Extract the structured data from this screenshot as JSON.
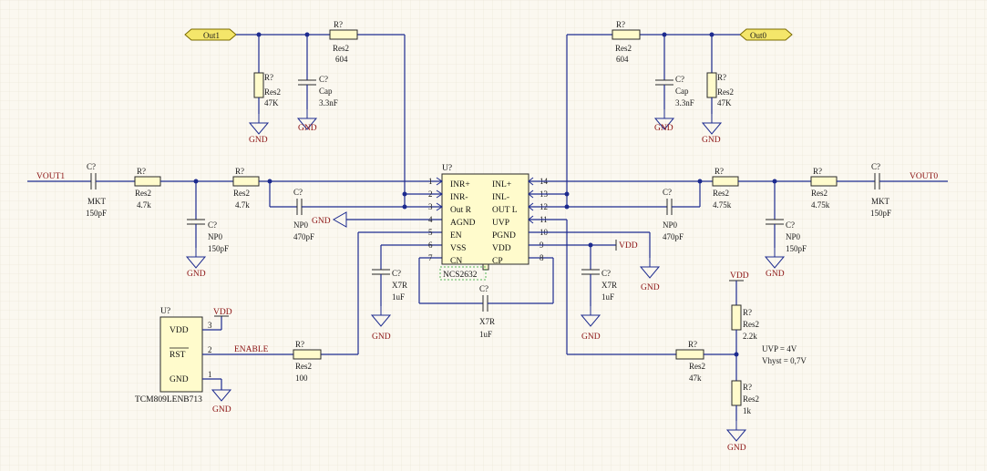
{
  "nets": {
    "out1": "Out1",
    "out0": "Out0",
    "vout1": "VOUT1",
    "vout0": "VOUT0",
    "enable": "ENABLE",
    "gnd": "GND",
    "vdd": "VDD"
  },
  "u_main": {
    "ref": "U?",
    "name": "NCS2632",
    "left_pins": [
      {
        "num": "1",
        "name": "INR+"
      },
      {
        "num": "2",
        "name": "INR-"
      },
      {
        "num": "3",
        "name": "Out R"
      },
      {
        "num": "4",
        "name": "AGND"
      },
      {
        "num": "5",
        "name": "EN"
      },
      {
        "num": "6",
        "name": "VSS"
      },
      {
        "num": "7",
        "name": "CN"
      }
    ],
    "right_pins": [
      {
        "num": "14",
        "name": "INL+"
      },
      {
        "num": "13",
        "name": "INL-"
      },
      {
        "num": "12",
        "name": "OUT L"
      },
      {
        "num": "11",
        "name": "UVP"
      },
      {
        "num": "10",
        "name": "PGND"
      },
      {
        "num": "9",
        "name": "VDD"
      },
      {
        "num": "8",
        "name": "CP"
      }
    ]
  },
  "u_supervisor": {
    "ref": "U?",
    "name": "TCM809LENB713",
    "pins": [
      {
        "num": "3",
        "name": "VDD"
      },
      {
        "num": "2",
        "name": "RST"
      },
      {
        "num": "1",
        "name": "GND"
      }
    ]
  },
  "parts": {
    "r_fb1": {
      "ref": "R?",
      "type": "Res2",
      "value": "604"
    },
    "r_fb1_sh": {
      "ref": "R?",
      "type": "Res2",
      "value": "47K"
    },
    "c_fb1": {
      "ref": "C?",
      "type": "Cap",
      "value": "3.3nF"
    },
    "r_fb0": {
      "ref": "R?",
      "type": "Res2",
      "value": "604"
    },
    "c_fb0": {
      "ref": "C?",
      "type": "Cap",
      "value": "3.3nF"
    },
    "r_fb0_sh": {
      "ref": "R?",
      "type": "Res2",
      "value": "47K"
    },
    "c_in1": {
      "ref": "C?",
      "type": "MKT",
      "value": "150pF"
    },
    "r_in1a": {
      "ref": "R?",
      "type": "Res2",
      "value": "4.7k"
    },
    "r_in1b": {
      "ref": "R?",
      "type": "Res2",
      "value": "4.7k"
    },
    "c_sh1": {
      "ref": "C?",
      "type": "NP0",
      "value": "150pF"
    },
    "c_r1": {
      "ref": "C?",
      "type": "NP0",
      "value": "470pF"
    },
    "c_vss": {
      "ref": "C?",
      "type": "X7R",
      "value": "1uF"
    },
    "c_fly": {
      "ref": "C?",
      "type": "X7R",
      "value": "1uF"
    },
    "c_vdd": {
      "ref": "C?",
      "type": "X7R",
      "value": "1uF"
    },
    "c_l0": {
      "ref": "C?",
      "type": "NP0",
      "value": "470pF"
    },
    "r_in0a": {
      "ref": "R?",
      "type": "Res2",
      "value": "4.75k"
    },
    "c_sh0": {
      "ref": "C?",
      "type": "NP0",
      "value": "150pF"
    },
    "r_in0b": {
      "ref": "R?",
      "type": "Res2",
      "value": "4.75k"
    },
    "c_in0": {
      "ref": "C?",
      "type": "MKT",
      "value": "150pF"
    },
    "r_en": {
      "ref": "R?",
      "type": "Res2",
      "value": "100"
    },
    "r_uvp_ser": {
      "ref": "R?",
      "type": "Res2",
      "value": "47k"
    },
    "r_uvp_top": {
      "ref": "R?",
      "type": "Res2",
      "value": "2.2k"
    },
    "r_uvp_bot": {
      "ref": "R?",
      "type": "Res2",
      "value": "1k"
    }
  },
  "notes": {
    "uvp": "UVP = 4V",
    "vhyst": "Vhyst = 0,7V"
  },
  "style": {
    "wire_color": "#1d2b8f",
    "power_color": "#8a1010",
    "port_fill": "#f4e66a",
    "grid_color": "#e8e2d2"
  }
}
